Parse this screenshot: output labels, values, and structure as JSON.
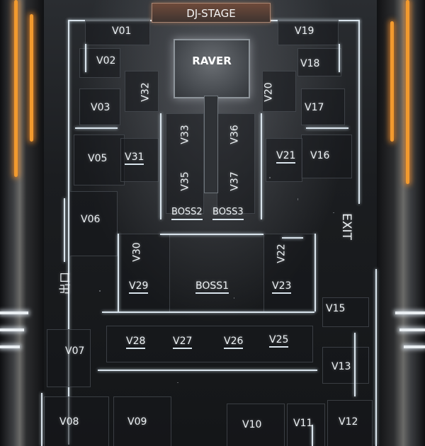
{
  "stage": {
    "label": "DJ-STAGE"
  },
  "raver": {
    "label": "RAVER"
  },
  "exit": {
    "label": "EXIT",
    "cn": "出口"
  },
  "boss": [
    "BOSS1",
    "BOSS2",
    "BOSS3"
  ],
  "rooms": [
    "V01",
    "V02",
    "V03",
    "V05",
    "V06",
    "V07",
    "V08",
    "V09",
    "V10",
    "V11",
    "V12",
    "V13",
    "V15",
    "V16",
    "V17",
    "V18",
    "V19",
    "V20",
    "V21",
    "V22",
    "V23",
    "V25",
    "V26",
    "V27",
    "V28",
    "V29",
    "V30",
    "V31",
    "V32",
    "V33",
    "V35",
    "V36",
    "V37"
  ],
  "colors": {
    "accent_orange": "#f29a2e",
    "wall_light": "#d9e4ec",
    "floor": "#1b1d20",
    "stage": "#6e4a3a"
  }
}
